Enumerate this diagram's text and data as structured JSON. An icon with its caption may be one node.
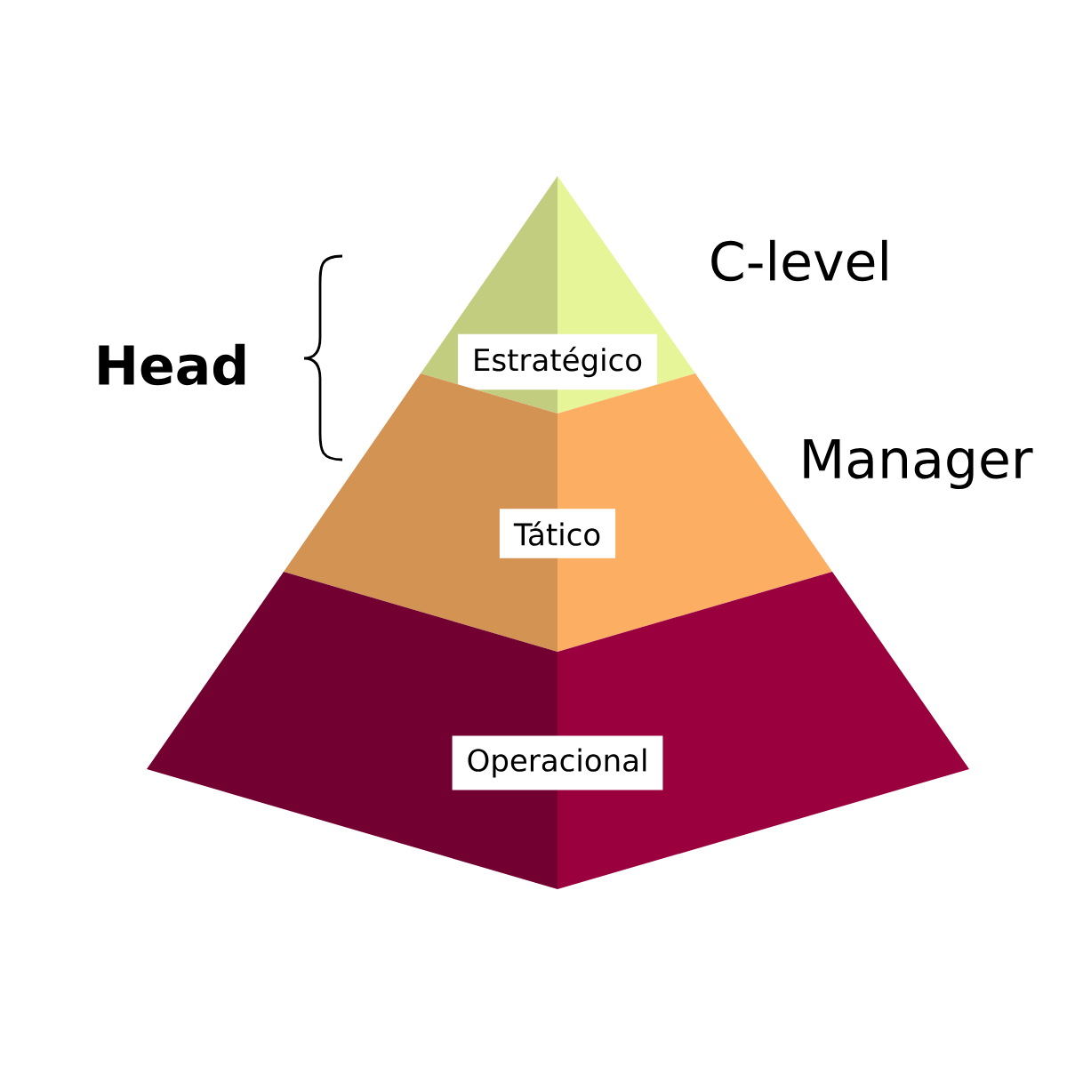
{
  "diagram": {
    "nodes": [
      {
        "text": [
          "Estratégico"
        ]
      },
      {
        "text": [
          "Tático"
        ]
      },
      {
        "text": [
          "Operacional"
        ]
      }
    ],
    "labels": [
      "C-level",
      "Manager",
      "Head"
    ]
  }
}
